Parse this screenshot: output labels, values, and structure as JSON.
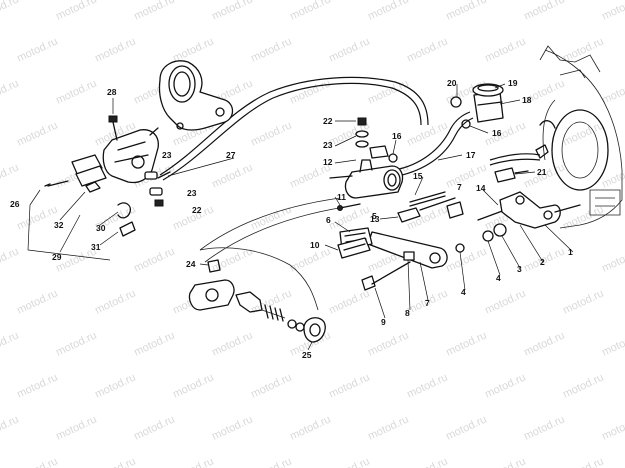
{
  "watermark": "motod.ru",
  "labels": {
    "p1": "1",
    "p2": "2",
    "p3": "3",
    "p4a": "4",
    "p4b": "4",
    "p5": "5",
    "p6": "6",
    "p7a": "7",
    "p7b": "7",
    "p8": "8",
    "p9": "9",
    "p10": "10",
    "p11": "11",
    "p12": "12",
    "p13": "13",
    "p14": "14",
    "p15": "15",
    "p16a": "16",
    "p16b": "16",
    "p17": "17",
    "p18": "18",
    "p19": "19",
    "p20": "20",
    "p21": "21",
    "p22a": "22",
    "p22b": "22",
    "p23a": "23",
    "p23b": "23",
    "p23c": "23",
    "p24": "24",
    "p25": "25",
    "p26": "26",
    "p27": "27",
    "p28": "28",
    "p29": "29",
    "p30": "30",
    "p31": "31",
    "p32": "32"
  }
}
